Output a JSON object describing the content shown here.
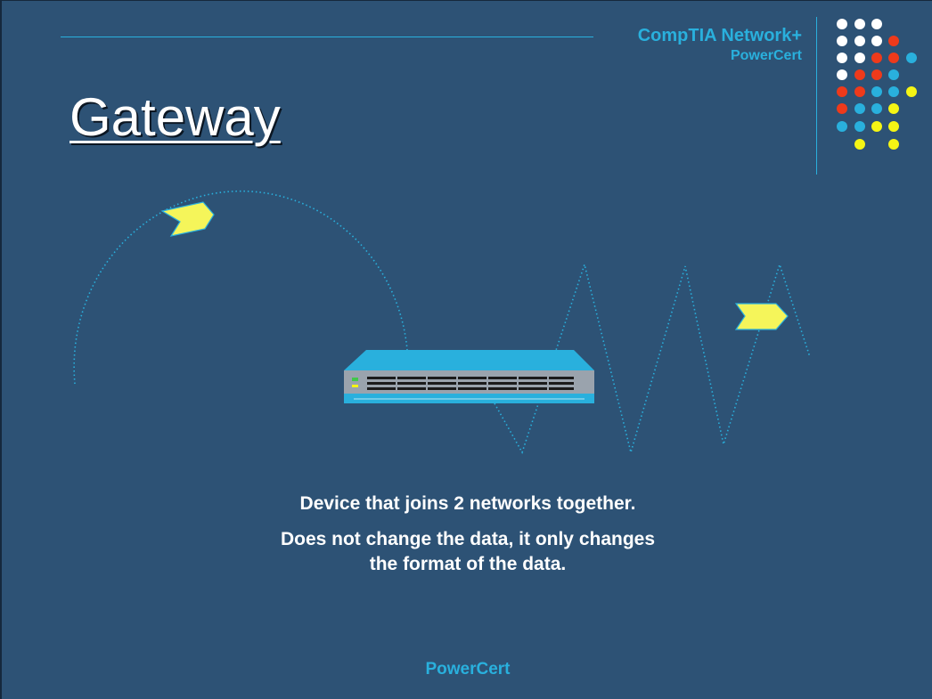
{
  "header": {
    "brand_title": "CompTIA Network+",
    "brand_subtitle": "PowerCert"
  },
  "slide": {
    "title": "Gateway",
    "description_line1": "Device that joins 2 networks together.",
    "description_line2a": "Does not change the data, it only changes",
    "description_line2b": "the format of the data."
  },
  "footer": {
    "text": "PowerCert"
  },
  "colors": {
    "background": "#2d5275",
    "accent": "#29b0dd",
    "packet": "#f5f55a",
    "dot_white": "#ffffff",
    "dot_red": "#ee3a1b",
    "dot_blue": "#29b0dd",
    "dot_yellow": "#f5f514"
  },
  "icons": {
    "device": "gateway-device-icon",
    "packet": "data-packet-arrow-icon"
  }
}
